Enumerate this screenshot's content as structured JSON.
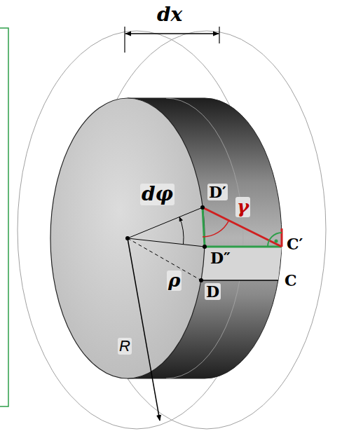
{
  "diagram": {
    "labels": [
      "dx",
      "dφ",
      "D′",
      "γ",
      "C′",
      "D″",
      "ρ",
      "D",
      "C",
      "R"
    ]
  }
}
